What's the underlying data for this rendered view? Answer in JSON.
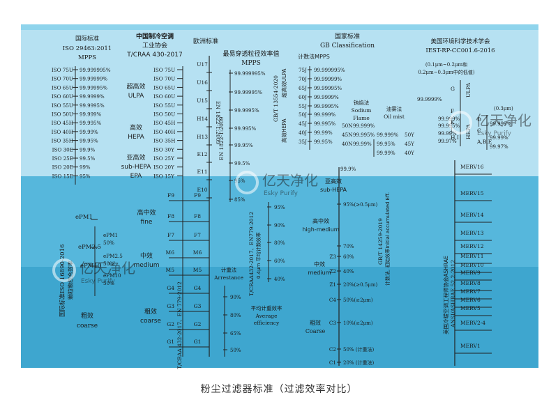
{
  "caption": "粉尘过滤器标准（过滤效率对比）",
  "colors": {
    "band_top": "#b9e4f2",
    "band_mid": "#4fb5d8",
    "band_low": "#3aa3cc",
    "line": "#222222"
  },
  "iso_header": [
    "国际标准",
    "ISO 29463:2011",
    "MPPS"
  ],
  "iso_rows": [
    {
      "label": "ISO 75U",
      "eff": "99.999995%"
    },
    {
      "label": "ISO 70U",
      "eff": "99.99999%"
    },
    {
      "label": "ISO 65U",
      "eff": "99.99995%"
    },
    {
      "label": "ISO 60U",
      "eff": "99.9999%"
    },
    {
      "label": "ISO 55U",
      "eff": "99.9995%"
    },
    {
      "label": "ISO 50U",
      "eff": "99.999%"
    },
    {
      "label": "ISO 45H",
      "eff": "99.995%"
    },
    {
      "label": "ISO 40H",
      "eff": "99.99%"
    },
    {
      "label": "ISO 35H",
      "eff": "99.95%"
    },
    {
      "label": "ISO 30E",
      "eff": "99.9%"
    },
    {
      "label": "ISO 25E",
      "eff": "99.5%"
    },
    {
      "label": "ISO 20E",
      "eff": "99%"
    },
    {
      "label": "ISO 15E",
      "eff": "95%"
    }
  ],
  "iso16890_title": "国际标准ISO 16890-2016",
  "iso16890_sub": "颗粒物综合效率",
  "epm": {
    "epm1": "ePM1",
    "epm1_side": "ePM1",
    "epm1_pct": "50%",
    "epm25": "ePM2.5",
    "epm25_side": "ePM2.5",
    "epm25_pct": "50%",
    "epm10": "ePM10",
    "epm10_side": "ePM10",
    "epm10_pct": "50%"
  },
  "coarse_left": {
    "zh": "粗效",
    "en": "coarse"
  },
  "crac_header": [
    "中国制冷空调",
    "工业协会",
    "T/CRAA 430-2017"
  ],
  "crac_rows": [
    "ISO 75U",
    "ISO 70U",
    "ISO 65U",
    "ISO 60U",
    "ISO 55U",
    "ISO 50U",
    "ISO 45H",
    "ISO 40H",
    "ISO 35H",
    "ISO 30Y",
    "ISO 25Y",
    "ISO 20Y",
    "ISO 15Y"
  ],
  "grade_labels": [
    {
      "zh": "超高效",
      "en": "ULPA"
    },
    {
      "zh": "高效",
      "en": "HEPA"
    },
    {
      "zh": "亚高效",
      "en": "sub-HEPA",
      "extra": "EPA"
    },
    {
      "zh": "高中效",
      "en": "fine"
    },
    {
      "zh": "中效",
      "en": "medium"
    },
    {
      "zh": "粗效",
      "en": "coarse"
    }
  ],
  "crac_lower": [
    "F9",
    "F8",
    "F7",
    "M6",
    "M5",
    "G4",
    "G3",
    "G2",
    "G1"
  ],
  "crac432_label": "T/CRAA 432-2017、EN 779-2012",
  "eu_header": "欧洲标准",
  "eu_upper": [
    "U17",
    "U16",
    "U15",
    "H14",
    "H13",
    "E12",
    "E11",
    "E10"
  ],
  "eu_lower": [
    "F9",
    "F8",
    "F7",
    "M6",
    "M5",
    "G4",
    "G3",
    "G2",
    "G1"
  ],
  "eu_axis_labels": [
    "EN 1822-1:2009",
    "EN 1822-1:2009"
  ],
  "mpps_header": [
    "最易穿透粒径效率值",
    "MPPS"
  ],
  "mpps_scale": [
    "99.999995%",
    "99.99995%",
    "99.9995%",
    "99.995%",
    "99.95%",
    "99.5%",
    "95%",
    "85%"
  ],
  "avg_scale": [
    "90%",
    "80%",
    "65%",
    "50%"
  ],
  "avg_label": [
    "平均计重效率",
    "Average",
    "efficiency"
  ],
  "arrest_label": [
    "计重法",
    "Arrestance"
  ],
  "en779_label": [
    "T/CRAA432-2017、EN779:2012",
    "0.4μm 平均计数效率"
  ],
  "en779_scale": [
    "95%",
    "90%",
    "80%",
    "60%",
    "40%"
  ],
  "gb_header": [
    "国家标准",
    "GB Classification",
    "计数法MPPS"
  ],
  "gb_ulpa": "超高效ULPA",
  "gb_hepa": "高效HEPA",
  "gb_std": "GB/T 13554-2020",
  "gb_rows": [
    {
      "label": "75J",
      "eff": "99.999995%"
    },
    {
      "label": "70J",
      "eff": "99.99999%"
    },
    {
      "label": "65J",
      "eff": "99.99995%"
    },
    {
      "label": "60J",
      "eff": "99.9999%"
    },
    {
      "label": "55J",
      "eff": "99.9995%"
    },
    {
      "label": "50J",
      "eff": "99.999%"
    },
    {
      "label": "45J",
      "eff": "99.995%"
    },
    {
      "label": "40J",
      "eff": "99.99%"
    },
    {
      "label": "35J",
      "eff": "99.95%"
    }
  ],
  "sodium": [
    "钠焰法",
    "Sodium",
    "Flame"
  ],
  "sodium_rows": [
    {
      "label": "50N",
      "eff": "99.999%"
    },
    {
      "label": "45N",
      "eff": "99.995%"
    },
    {
      "label": "40N",
      "eff": "99.99%"
    }
  ],
  "oil": [
    "油雾法",
    "Oil mist"
  ],
  "oil_rows": [
    {
      "label": "50Y",
      "eff": "99.999%"
    },
    {
      "label": "45Y",
      "eff": "99.95%"
    },
    {
      "label": "40Y",
      "eff": "99.99%"
    }
  ],
  "subhepa": [
    "亚高效",
    "sub-HEPA"
  ],
  "subhepa_eff": "99.9%",
  "himed": [
    "高中效",
    "high-medium"
  ],
  "gb_med": [
    "中效",
    "medium"
  ],
  "gb_coarse": [
    "粗效",
    "Coarse"
  ],
  "gb_std2": "GB/T 14259-2019",
  "gb_std2_sub": "计数法, 初始效率Initial accumulated Eff.",
  "gb_lower": [
    {
      "label": "",
      "eff": "95%(≥0.5μm)"
    },
    {
      "label": "",
      "eff": "70%"
    },
    {
      "label": "Z3",
      "eff": "60%"
    },
    {
      "label": "Z2",
      "eff": "40%"
    },
    {
      "label": "Z1",
      "eff": "20%(≥0.5μm)"
    },
    {
      "label": "C4",
      "eff": "50%(≥2μm)"
    },
    {
      "label": "C3",
      "eff": "10%(≥2μm)"
    },
    {
      "label": "C2",
      "eff": "50% (计重法)"
    },
    {
      "label": "C1",
      "eff": "20% (计重法)"
    }
  ],
  "us_header": [
    "美国环境科学技术学会",
    "IEST-RP-CC001.6-2016"
  ],
  "us_note": [
    "(0.1μm~0.2μm和",
    "0.2μm~0.3μm中的低值)"
  ],
  "us_ulpa": "ULPA",
  "us_hepa": "HEPA",
  "us_letters": [
    "G",
    "F",
    "K",
    "J",
    "H,I",
    "D",
    "C",
    "A,B,E"
  ],
  "us_effs": [
    "99.9999%",
    "99.999%",
    "99.995%",
    "99.99%",
    "99.97%"
  ],
  "us_03": "(0.3μm)",
  "us_right_effs": [
    "99.999%",
    "99.99%",
    "99.97%"
  ],
  "merv": [
    "MERV16",
    "MERV15",
    "MERV14",
    "MERV13",
    "MERV12",
    "MERV11",
    "MERV10",
    "MERV9",
    "MERV8",
    "MERV7",
    "MERV6",
    "MERV5",
    "MERV2-4",
    "MERV1"
  ],
  "ashrae_label": [
    "美国冷暖空调工程师协会ASHRAE",
    "ANSI/ASHRAE 52.2-2012"
  ],
  "watermark": {
    "zh": "亿天净化",
    "en": "Esky Purify"
  }
}
